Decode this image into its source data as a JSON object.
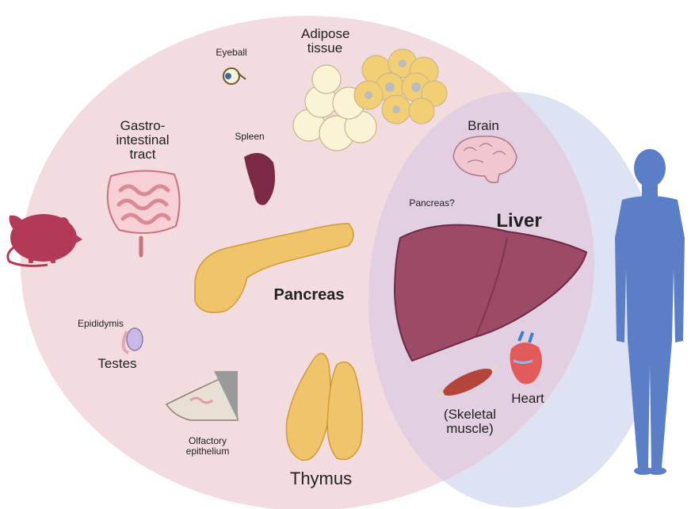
{
  "labels": {
    "adipose": "Adipose\ntissue",
    "eyeball": "Eyeball",
    "gastro": "Gastro-\nintestinal\ntract",
    "spleen": "Spleen",
    "brain": "Brain",
    "pancreas_q": "Pancreas?",
    "liver": "Liver",
    "pancreas": "Pancreas",
    "epididymis": "Epididymis",
    "testes": "Testes",
    "heart": "Heart",
    "skeletal": "(Skeletal\nmuscle)",
    "olfactory": "Olfactory\nepithelium",
    "thymus": "Thymus"
  },
  "colors": {
    "mouse_circle": "#f3dcdf",
    "human_circle": "#dde3f3",
    "overlap": "#e4d2e2",
    "mouse": "#b23a57",
    "human": "#5b7fc7",
    "liver": "#9c4a66",
    "pancreas": "#f0c46a",
    "adipose": "#f7edc4",
    "spleen": "#7a2a44",
    "brain": "#f0c7cf"
  }
}
